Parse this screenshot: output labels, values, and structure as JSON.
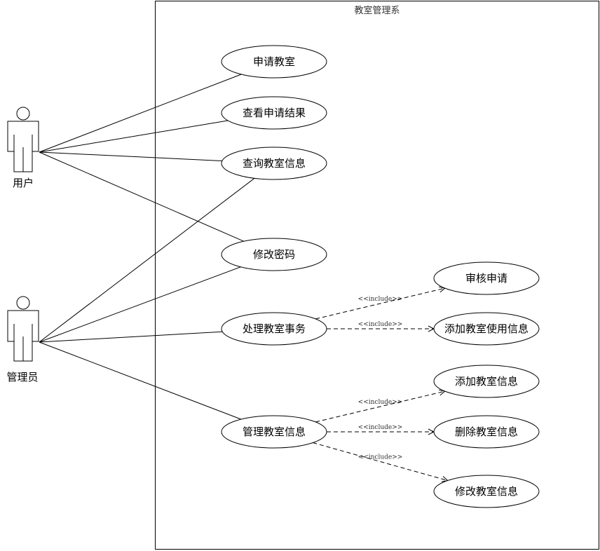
{
  "system": {
    "title": "教室管理系"
  },
  "actors": [
    {
      "id": "user",
      "label": "用户"
    },
    {
      "id": "admin",
      "label": "管理员"
    }
  ],
  "use_cases": [
    {
      "id": "uc1",
      "label": "申请教室"
    },
    {
      "id": "uc2",
      "label": "查看申请结果"
    },
    {
      "id": "uc3",
      "label": "查询教室信息"
    },
    {
      "id": "uc4",
      "label": "修改密码"
    },
    {
      "id": "uc5",
      "label": "审核申请"
    },
    {
      "id": "uc6",
      "label": "处理教室事务"
    },
    {
      "id": "uc7",
      "label": "添加教室使用信息"
    },
    {
      "id": "uc8",
      "label": "添加教室信息"
    },
    {
      "id": "uc9",
      "label": "管理教室信息"
    },
    {
      "id": "uc10",
      "label": "删除教室信息"
    },
    {
      "id": "uc11",
      "label": "修改教室信息"
    }
  ],
  "associations": [
    {
      "from": "user",
      "to": "uc1"
    },
    {
      "from": "user",
      "to": "uc2"
    },
    {
      "from": "user",
      "to": "uc3"
    },
    {
      "from": "user",
      "to": "uc4"
    },
    {
      "from": "admin",
      "to": "uc3"
    },
    {
      "from": "admin",
      "to": "uc4"
    },
    {
      "from": "admin",
      "to": "uc6"
    },
    {
      "from": "admin",
      "to": "uc9"
    }
  ],
  "includes": [
    {
      "from": "uc6",
      "to": "uc5",
      "label": "<<include>>"
    },
    {
      "from": "uc6",
      "to": "uc7",
      "label": "<<include>>"
    },
    {
      "from": "uc9",
      "to": "uc8",
      "label": "<<include>>"
    },
    {
      "from": "uc9",
      "to": "uc10",
      "label": "<<include>>"
    },
    {
      "from": "uc9",
      "to": "uc11",
      "label": "<<include>>"
    }
  ]
}
